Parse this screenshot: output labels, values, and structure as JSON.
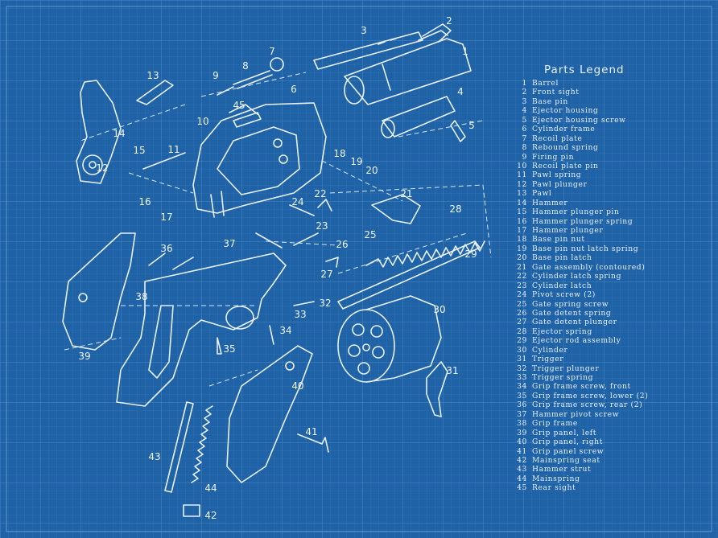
{
  "legend": {
    "title": "Parts Legend",
    "items": [
      {
        "num": "1",
        "name": "Barrel"
      },
      {
        "num": "2",
        "name": "Front sight"
      },
      {
        "num": "3",
        "name": "Base pin"
      },
      {
        "num": "4",
        "name": "Ejector housing"
      },
      {
        "num": "5",
        "name": "Ejector housing screw"
      },
      {
        "num": "6",
        "name": "Cylinder frame"
      },
      {
        "num": "7",
        "name": "Recoil plate"
      },
      {
        "num": "8",
        "name": "Rebound spring"
      },
      {
        "num": "9",
        "name": "Firing pin"
      },
      {
        "num": "10",
        "name": "Recoil plate pin"
      },
      {
        "num": "11",
        "name": "Pawl spring"
      },
      {
        "num": "12",
        "name": "Pawl plunger"
      },
      {
        "num": "13",
        "name": "Pawl"
      },
      {
        "num": "14",
        "name": "Hammer"
      },
      {
        "num": "15",
        "name": "Hammer plunger pin"
      },
      {
        "num": "16",
        "name": "Hammer plunger spring"
      },
      {
        "num": "17",
        "name": "Hammer plunger"
      },
      {
        "num": "18",
        "name": "Base pin nut"
      },
      {
        "num": "19",
        "name": "Base pin nut latch spring"
      },
      {
        "num": "20",
        "name": "Base pin latch"
      },
      {
        "num": "21",
        "name": "Gate assembly (contoured)"
      },
      {
        "num": "22",
        "name": "Cylinder latch spring"
      },
      {
        "num": "23",
        "name": "Cylinder latch"
      },
      {
        "num": "24",
        "name": "Pivot screw (2)"
      },
      {
        "num": "25",
        "name": "Gate spring screw"
      },
      {
        "num": "26",
        "name": "Gate detent spring"
      },
      {
        "num": "27",
        "name": "Gate detent plunger"
      },
      {
        "num": "28",
        "name": "Ejector spring"
      },
      {
        "num": "29",
        "name": "Ejector rod assembly"
      },
      {
        "num": "30",
        "name": "Cylinder"
      },
      {
        "num": "31",
        "name": "Trigger"
      },
      {
        "num": "32",
        "name": "Trigger plunger"
      },
      {
        "num": "33",
        "name": "Trigger spring"
      },
      {
        "num": "34",
        "name": "Grip frame screw, front"
      },
      {
        "num": "35",
        "name": "Grip frame screw, lower (2)"
      },
      {
        "num": "36",
        "name": "Grip frame screw, rear (2)"
      },
      {
        "num": "37",
        "name": "Hammer pivot screw"
      },
      {
        "num": "38",
        "name": "Grip frame"
      },
      {
        "num": "39",
        "name": "Grip panel, left"
      },
      {
        "num": "40",
        "name": "Grip panel, right"
      },
      {
        "num": "41",
        "name": "Grip panel screw"
      },
      {
        "num": "42",
        "name": "Mainspring seat"
      },
      {
        "num": "43",
        "name": "Hammer strut"
      },
      {
        "num": "44",
        "name": "Mainspring"
      },
      {
        "num": "45",
        "name": "Rear sight"
      }
    ]
  },
  "callouts": [
    "1",
    "2",
    "3",
    "4",
    "5",
    "6",
    "7",
    "8",
    "9",
    "10",
    "11",
    "12",
    "13",
    "14",
    "15",
    "16",
    "17",
    "18",
    "19",
    "20",
    "21",
    "22",
    "23",
    "24",
    "25",
    "26",
    "27",
    "28",
    "29",
    "30",
    "31",
    "32",
    "33",
    "34",
    "35",
    "36",
    "37",
    "38",
    "39",
    "40",
    "41",
    "42",
    "43",
    "44",
    "45"
  ],
  "colors": {
    "background": "#1f62a6",
    "line": "#e8f1fb",
    "grid": "#3f7fbf"
  }
}
